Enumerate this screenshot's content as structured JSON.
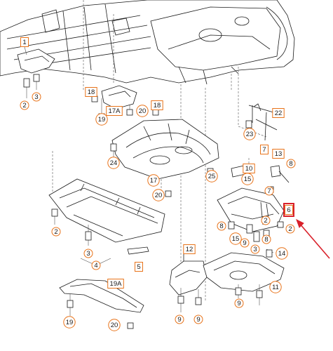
{
  "callouts": [
    {
      "id": "c1",
      "text": "1",
      "shape": "box"
    },
    {
      "id": "c2a",
      "text": "2",
      "shape": "circle"
    },
    {
      "id": "c3a",
      "text": "3",
      "shape": "circle"
    },
    {
      "id": "c18a",
      "text": "18",
      "shape": "box"
    },
    {
      "id": "c17a",
      "text": "17A",
      "shape": "box"
    },
    {
      "id": "c20a",
      "text": "20",
      "shape": "circle"
    },
    {
      "id": "c18b",
      "text": "18",
      "shape": "box"
    },
    {
      "id": "c19a",
      "text": "19",
      "shape": "circle"
    },
    {
      "id": "c22",
      "text": "22",
      "shape": "box"
    },
    {
      "id": "c23",
      "text": "23",
      "shape": "circle"
    },
    {
      "id": "c24",
      "text": "24",
      "shape": "circle"
    },
    {
      "id": "c17",
      "text": "17",
      "shape": "circle"
    },
    {
      "id": "c25",
      "text": "25",
      "shape": "circle"
    },
    {
      "id": "c20b",
      "text": "20",
      "shape": "circle"
    },
    {
      "id": "c7a",
      "text": "7",
      "shape": "box"
    },
    {
      "id": "c13",
      "text": "13",
      "shape": "box"
    },
    {
      "id": "c8a",
      "text": "8",
      "shape": "circle"
    },
    {
      "id": "c10",
      "text": "10",
      "shape": "box"
    },
    {
      "id": "c15a",
      "text": "15",
      "shape": "circle"
    },
    {
      "id": "c7b",
      "text": "7",
      "shape": "circle"
    },
    {
      "id": "c2b",
      "text": "2",
      "shape": "circle"
    },
    {
      "id": "c6",
      "text": "6",
      "shape": "box"
    },
    {
      "id": "c8b",
      "text": "8",
      "shape": "circle"
    },
    {
      "id": "c2c",
      "text": "2",
      "shape": "circle"
    },
    {
      "id": "c15b",
      "text": "15",
      "shape": "circle"
    },
    {
      "id": "c9a",
      "text": "9",
      "shape": "circle"
    },
    {
      "id": "c3b",
      "text": "3",
      "shape": "circle"
    },
    {
      "id": "c14",
      "text": "14",
      "shape": "circle"
    },
    {
      "id": "c8c",
      "text": "8",
      "shape": "circle"
    },
    {
      "id": "c2d",
      "text": "2",
      "shape": "circle"
    },
    {
      "id": "c3c",
      "text": "3",
      "shape": "circle"
    },
    {
      "id": "c4",
      "text": "4",
      "shape": "circle"
    },
    {
      "id": "c5",
      "text": "5",
      "shape": "box"
    },
    {
      "id": "c12",
      "text": "12",
      "shape": "box"
    },
    {
      "id": "c11",
      "text": "11",
      "shape": "circle"
    },
    {
      "id": "c19A",
      "text": "19A",
      "shape": "box"
    },
    {
      "id": "c19b",
      "text": "19",
      "shape": "circle"
    },
    {
      "id": "c20c",
      "text": "20",
      "shape": "circle"
    },
    {
      "id": "c9b",
      "text": "9",
      "shape": "circle"
    },
    {
      "id": "c9c",
      "text": "9",
      "shape": "circle"
    },
    {
      "id": "c9d",
      "text": "9",
      "shape": "circle"
    }
  ],
  "colors": {
    "callout_border": "#e8731a",
    "highlight": "#d9202a",
    "line": "#1a1a1a"
  }
}
